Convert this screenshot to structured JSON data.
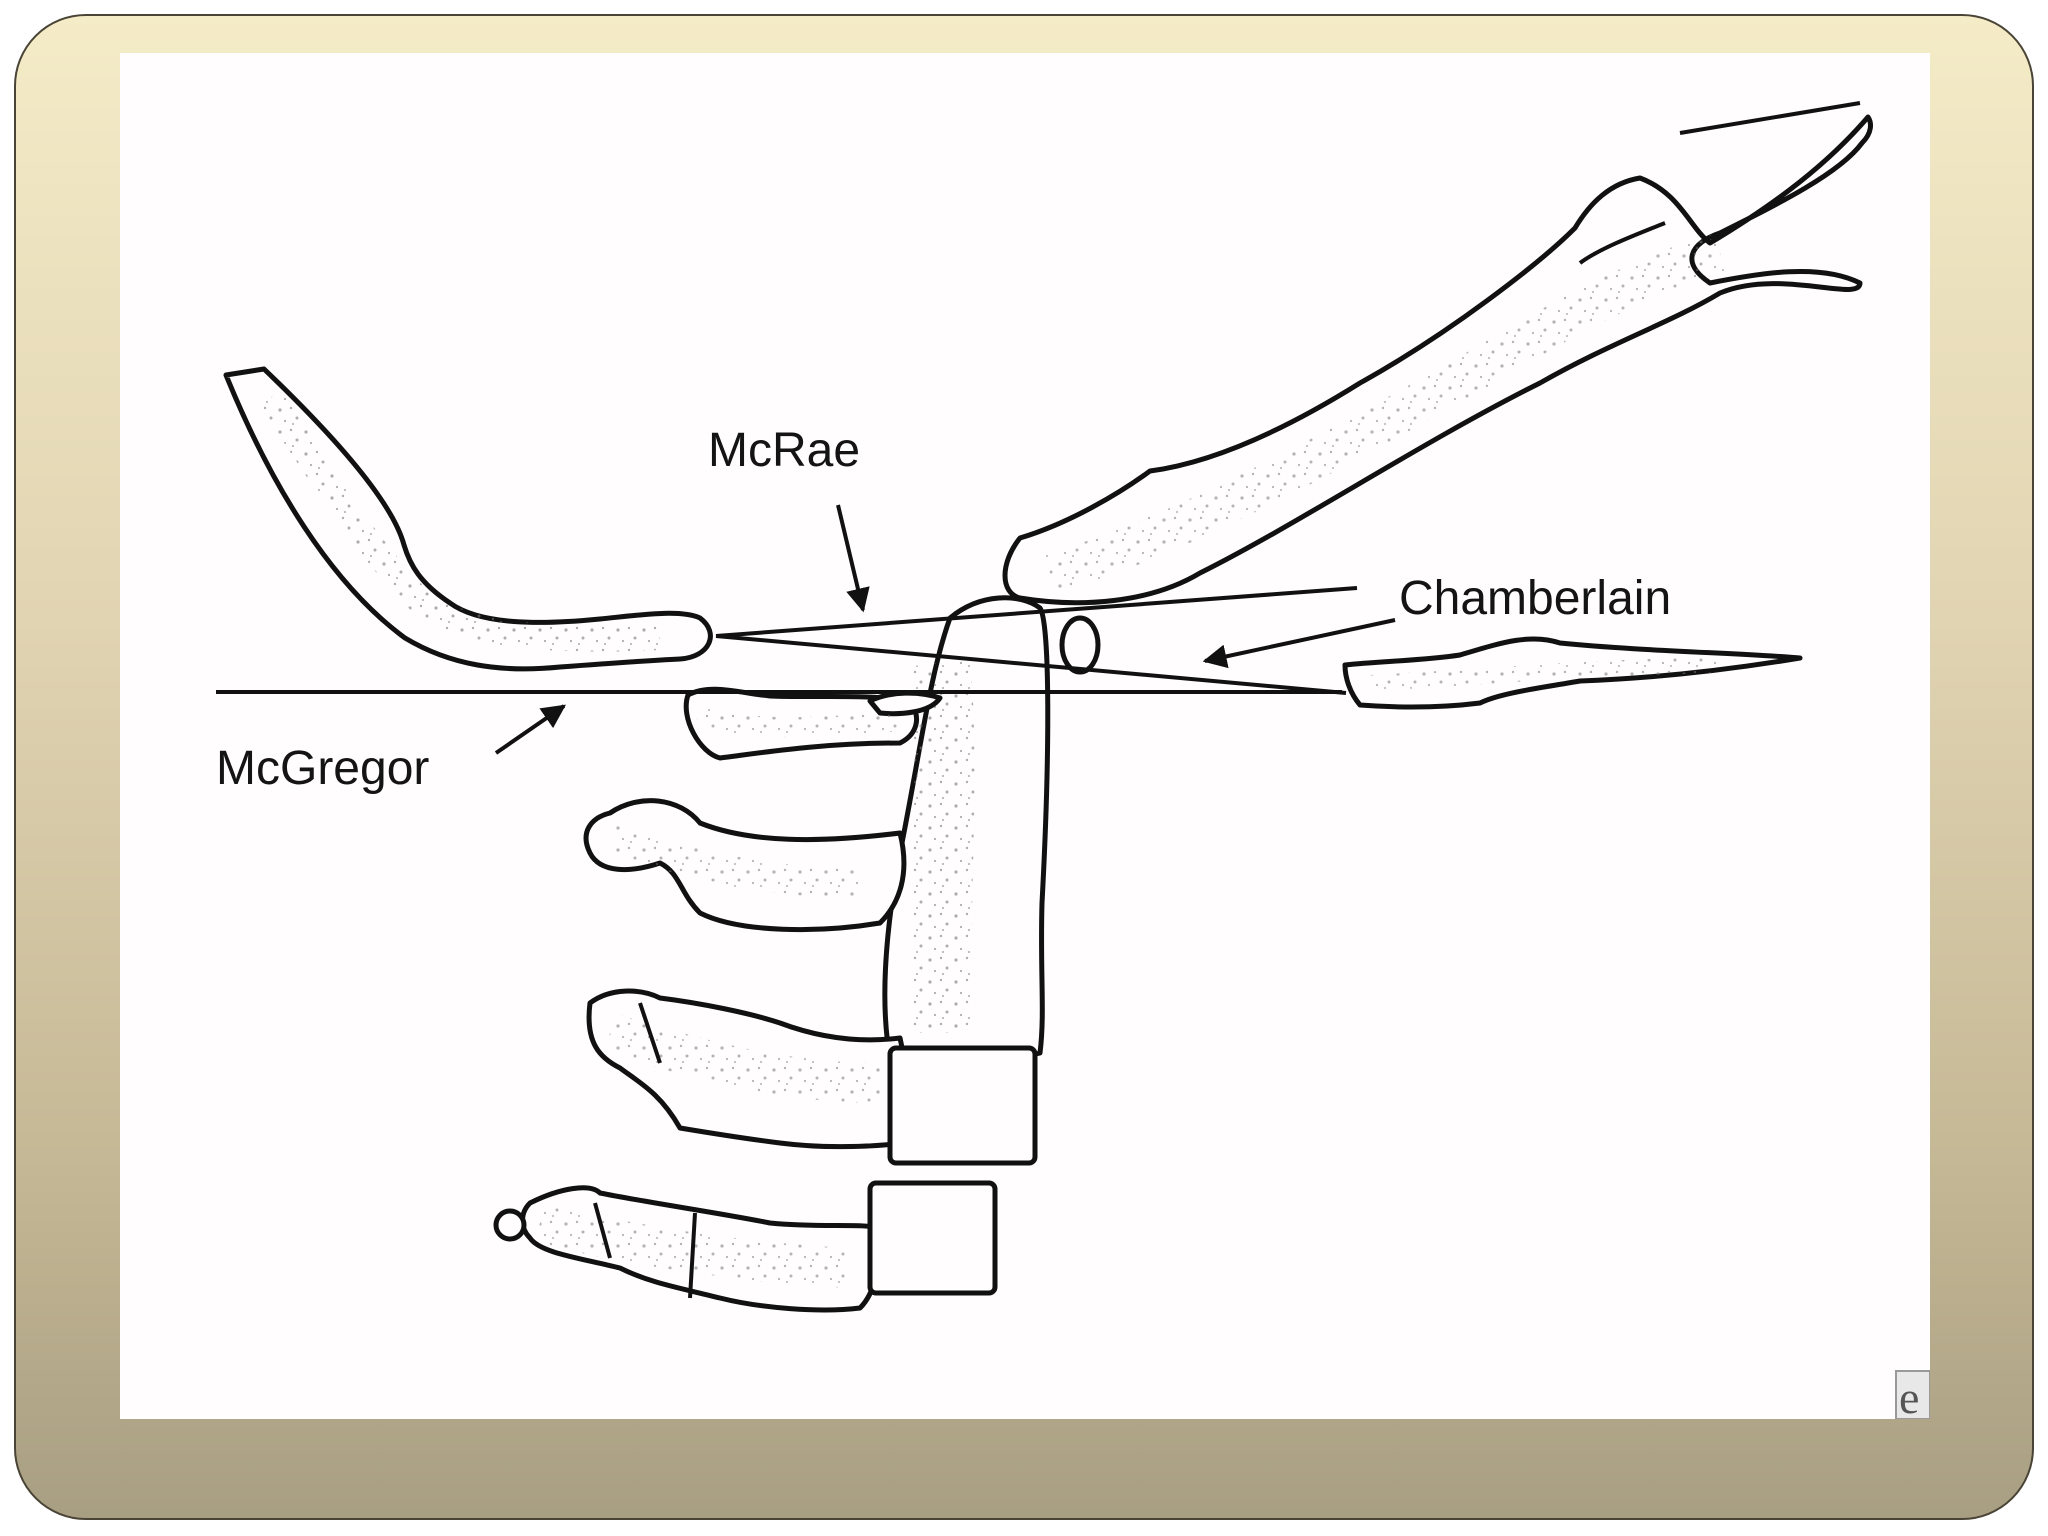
{
  "labels": {
    "mcrae": "McRae",
    "chamberlain": "Chamberlain",
    "mcgregor": "McGregor",
    "corner_mark": "e"
  },
  "colors": {
    "frame_top": "#f4ebc7",
    "frame_bottom": "#a89e82",
    "panel": "#fffdfe",
    "ink": "#111111"
  }
}
